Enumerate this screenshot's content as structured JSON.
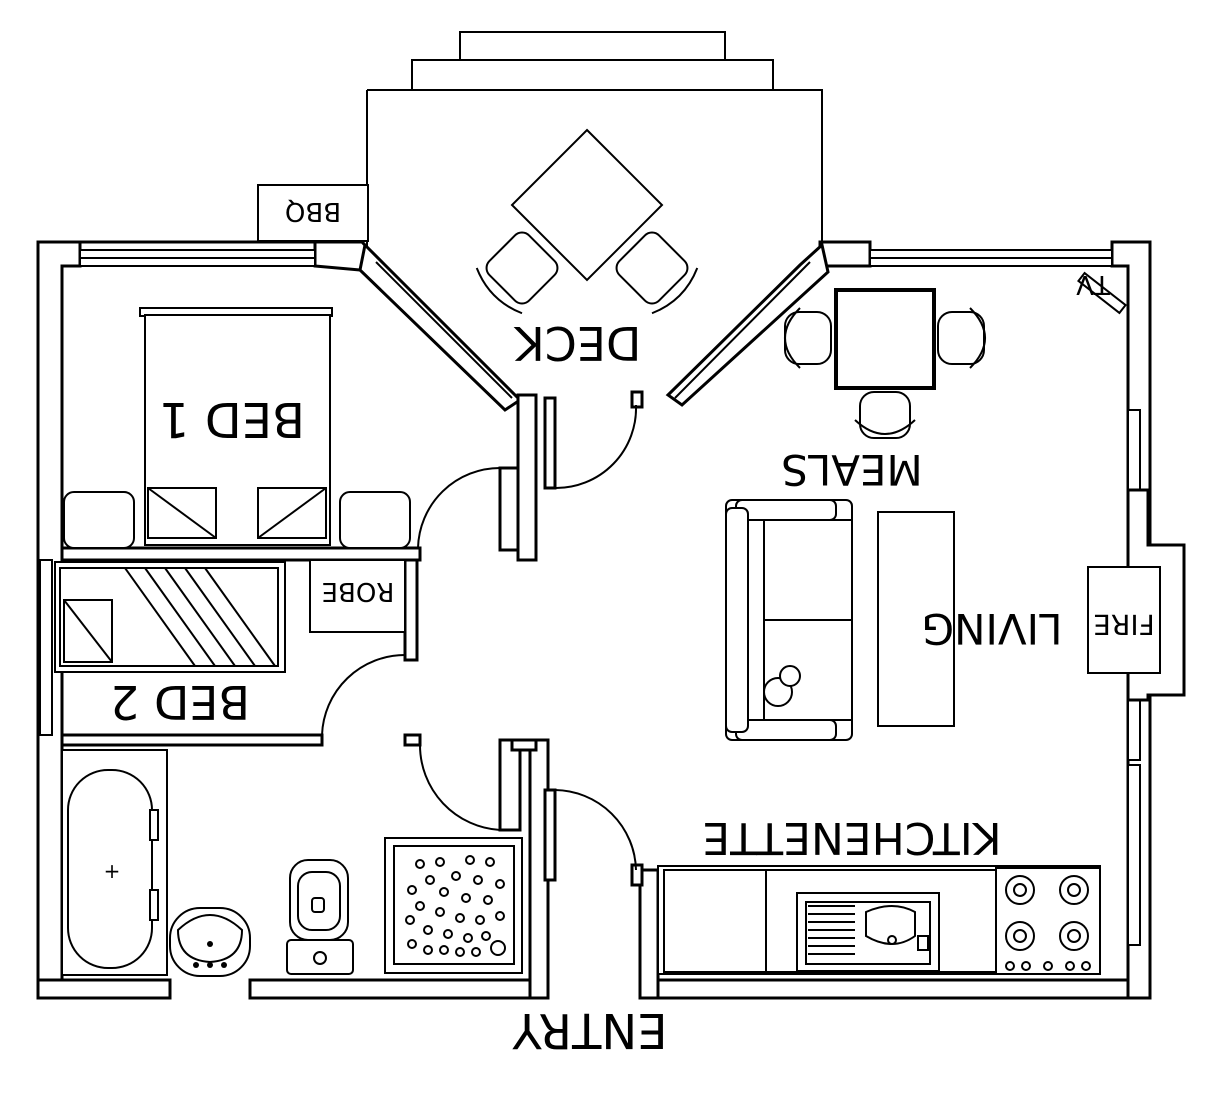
{
  "rooms": {
    "deck": "DECK",
    "bbq": "BBQ",
    "bed1": "BED 1",
    "bed2": "BED 2",
    "robe": "ROBE",
    "meals": "MEALS",
    "living": "LIVING",
    "fire": "FIRE",
    "tv": "TV",
    "kitchenette": "KITCHENETTE",
    "entry": "ENTRY"
  },
  "colors": {
    "line": "#000000",
    "background": "#ffffff"
  }
}
